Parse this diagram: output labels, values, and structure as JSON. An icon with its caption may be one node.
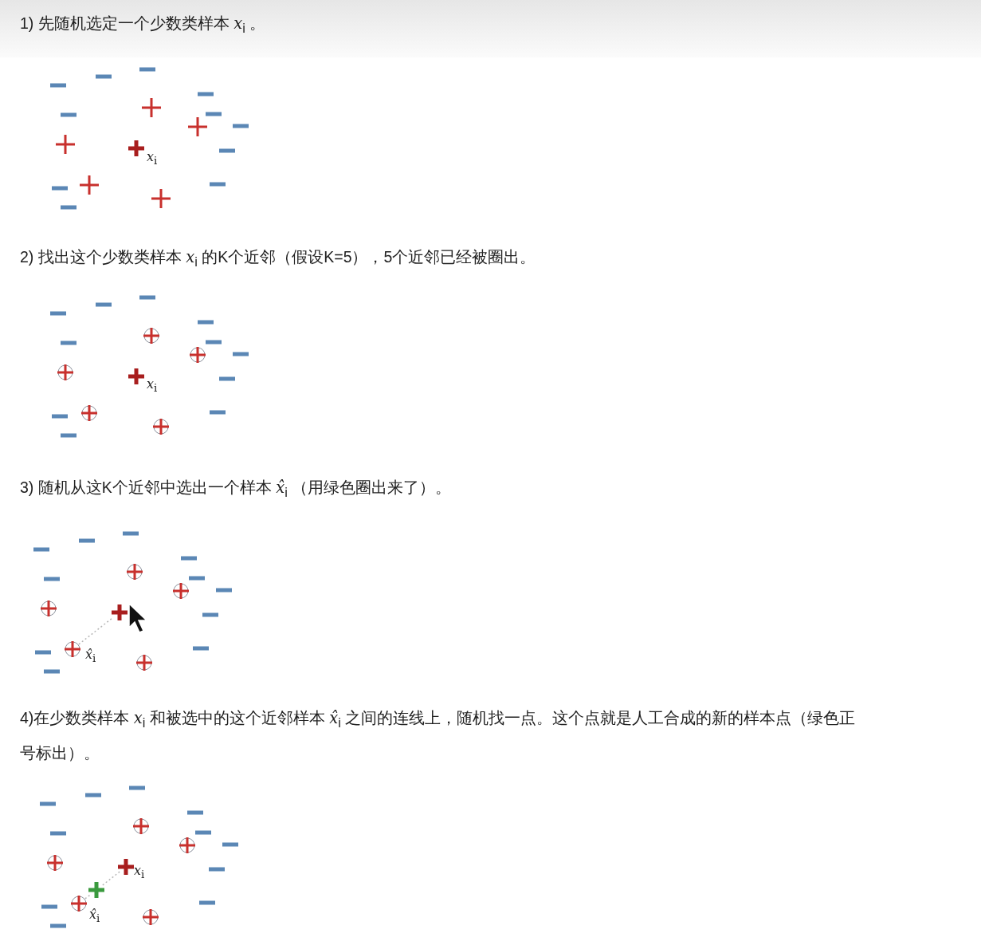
{
  "diagram": {
    "nodes": [
      {
        "text": [],
        "shape": "plus"
      },
      {
        "text": [],
        "shape": "plus"
      },
      {
        "text": [],
        "shape": "plus"
      },
      {
        "text": [],
        "shape": "plus"
      },
      {
        "text": [],
        "shape": "plus"
      },
      {
        "text": [],
        "shape": "plus"
      },
      {
        "text": [],
        "shape": "plus"
      },
      {
        "text": [],
        "shape": "plus"
      },
      {
        "text": [],
        "shape": "plus"
      },
      {
        "text": [],
        "shape": "plus",
        "beside": [
          "*x̂*$_{i}$"
        ]
      },
      {
        "text": [],
        "shape": "plus"
      },
      {
        "text": [],
        "shape": "plus"
      },
      {
        "text": [],
        "shape": "plus"
      },
      {
        "text": [],
        "shape": "plus"
      },
      {
        "text": [],
        "shape": "plus",
        "beside": [
          "*x*$_{i}$"
        ]
      },
      {
        "text": [],
        "shape": "plus"
      },
      {
        "text": [],
        "shape": "plus",
        "beside": [
          "*x̂*$_{i}$"
        ]
      },
      {
        "text": [],
        "shape": "plus"
      }
    ],
    "edges": [
      {
        "from": 9,
        "to": 8,
        "arrow": "none",
        "style": "dashed"
      },
      {
        "from": 16,
        "to": 15,
        "arrow": "none",
        "style": "dashed"
      },
      {
        "from": 15,
        "to": 14,
        "arrow": "none",
        "style": "dashed"
      }
    ],
    "labels": [
      "1) 先随机选定一个少数类样本 *x*$_{i}$ 。",
      "*x*$_{i}$",
      "2) 找出这个少数类样本 *x*$_{i}$ 的K个近邻（假设K=5），5个近邻已经被圈出。",
      "*x*$_{i}$",
      "3) 随机从这K个近邻中选出一个样本 *x̂*$_{i}$ （用绿色圈出来了）。",
      "4)在少数类样本 *x*$_{i}$ 和被选中的这个近邻样本 *x̂*$_{i}$ 之间的连线上，随机找一点。这个点就是人工合成的新的样本点（绿色正号标出）。"
    ]
  }
}
